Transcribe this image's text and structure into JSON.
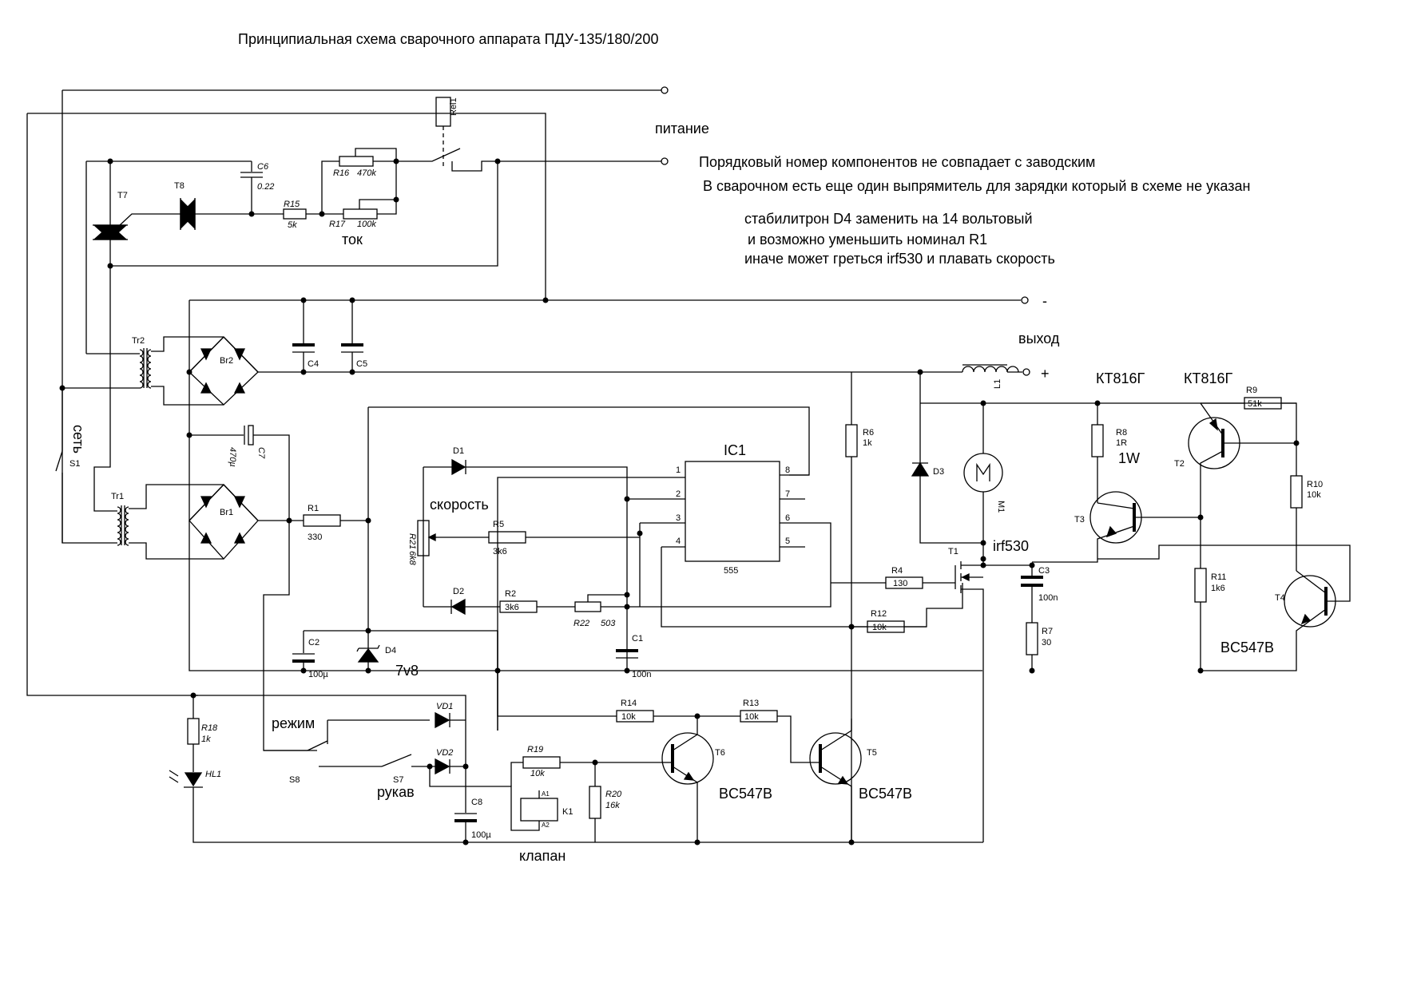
{
  "title": "Принципиальная схема сварочного аппарата ПДУ-135/180/200",
  "notes": {
    "power": "питание",
    "numbering": "Порядковый номер компонентов не совпадает с заводским",
    "extra_rectifier": "В сварочном есть еще один выпрямитель для зарядки который в схеме не указан",
    "zener_1": "стабилитрон D4 заменить на 14 вольтовый",
    "zener_2": "и возможно уменьшить номинал R1",
    "zener_3": "иначе может греться irf530 и плавать скорость"
  },
  "labels": {
    "output": "выход",
    "minus": "-",
    "plus": "+",
    "mains": "сеть",
    "current": "ток",
    "speed": "скорость",
    "mode": "режим",
    "sleeve": "рукав",
    "valve": "клапан",
    "kt816_a": "КТ816Г",
    "kt816_b": "КТ816Г",
    "bc547_t4": "BC547B",
    "bc547_t6": "BC547B",
    "bc547_t5": "BC547B",
    "irf530": "irf530",
    "zener_v": "7v8",
    "r8_power": "1W",
    "ic_name": "IC1",
    "ic_type": "555"
  },
  "components": {
    "Rel1": "Rel1",
    "C6": "C6",
    "C6_val": "0.22",
    "R16": "R16",
    "R16_val": "470k",
    "R15": "R15",
    "R15_val": "5k",
    "R17": "R17",
    "R17_val": "100k",
    "T7": "T7",
    "T8": "T8",
    "Tr2": "Tr2",
    "Br2": "Br2",
    "C4": "C4",
    "C5": "C5",
    "L1": "L1",
    "S1": "S1",
    "Tr1": "Tr1",
    "Br1": "Br1",
    "C7": "C7",
    "C7_val": "470µ",
    "R1": "R1",
    "R1_val": "330",
    "D1": "D1",
    "D2": "D2",
    "R21": "R21",
    "R21_val": "6k8",
    "R5": "R5",
    "R5_val": "3k6",
    "R2": "R2",
    "R2_val": "3k6",
    "R22": "R22",
    "R22_val": "503",
    "C1": "C1",
    "C1_val": "100n",
    "C2": "C2",
    "C2_val": "100µ",
    "D4": "D4",
    "R6": "R6",
    "R6_val": "1k",
    "D3": "D3",
    "M1": "M1",
    "R8": "R8",
    "R8_val": "1R",
    "R9": "R9",
    "R9_val": "51k",
    "T2": "T2",
    "T3": "T3",
    "R10": "R10",
    "R10_val": "10k",
    "T1": "T1",
    "R4": "R4",
    "R4_val": "130",
    "C3": "C3",
    "C3_val": "100n",
    "R7": "R7",
    "R7_val": "30",
    "R11": "R11",
    "R11_val": "1k6",
    "R12": "R12",
    "R12_val": "10k",
    "T4": "T4",
    "R18": "R18",
    "R18_val": "1k",
    "HL1": "HL1",
    "VD1": "VD1",
    "VD2": "VD2",
    "S8": "S8",
    "S7": "S7",
    "C8": "C8",
    "C8_val": "100µ",
    "R19": "R19",
    "R19_val": "10k",
    "K1": "K1",
    "A1": "A1",
    "A2": "A2",
    "R20": "R20",
    "R20_val": "16k",
    "R14": "R14",
    "R14_val": "10k",
    "R13": "R13",
    "R13_val": "10k",
    "T6": "T6",
    "T5": "T5",
    "pin1": "1",
    "pin2": "2",
    "pin3": "3",
    "pin4": "4",
    "pin5": "5",
    "pin6": "6",
    "pin7": "7",
    "pin8": "8"
  }
}
